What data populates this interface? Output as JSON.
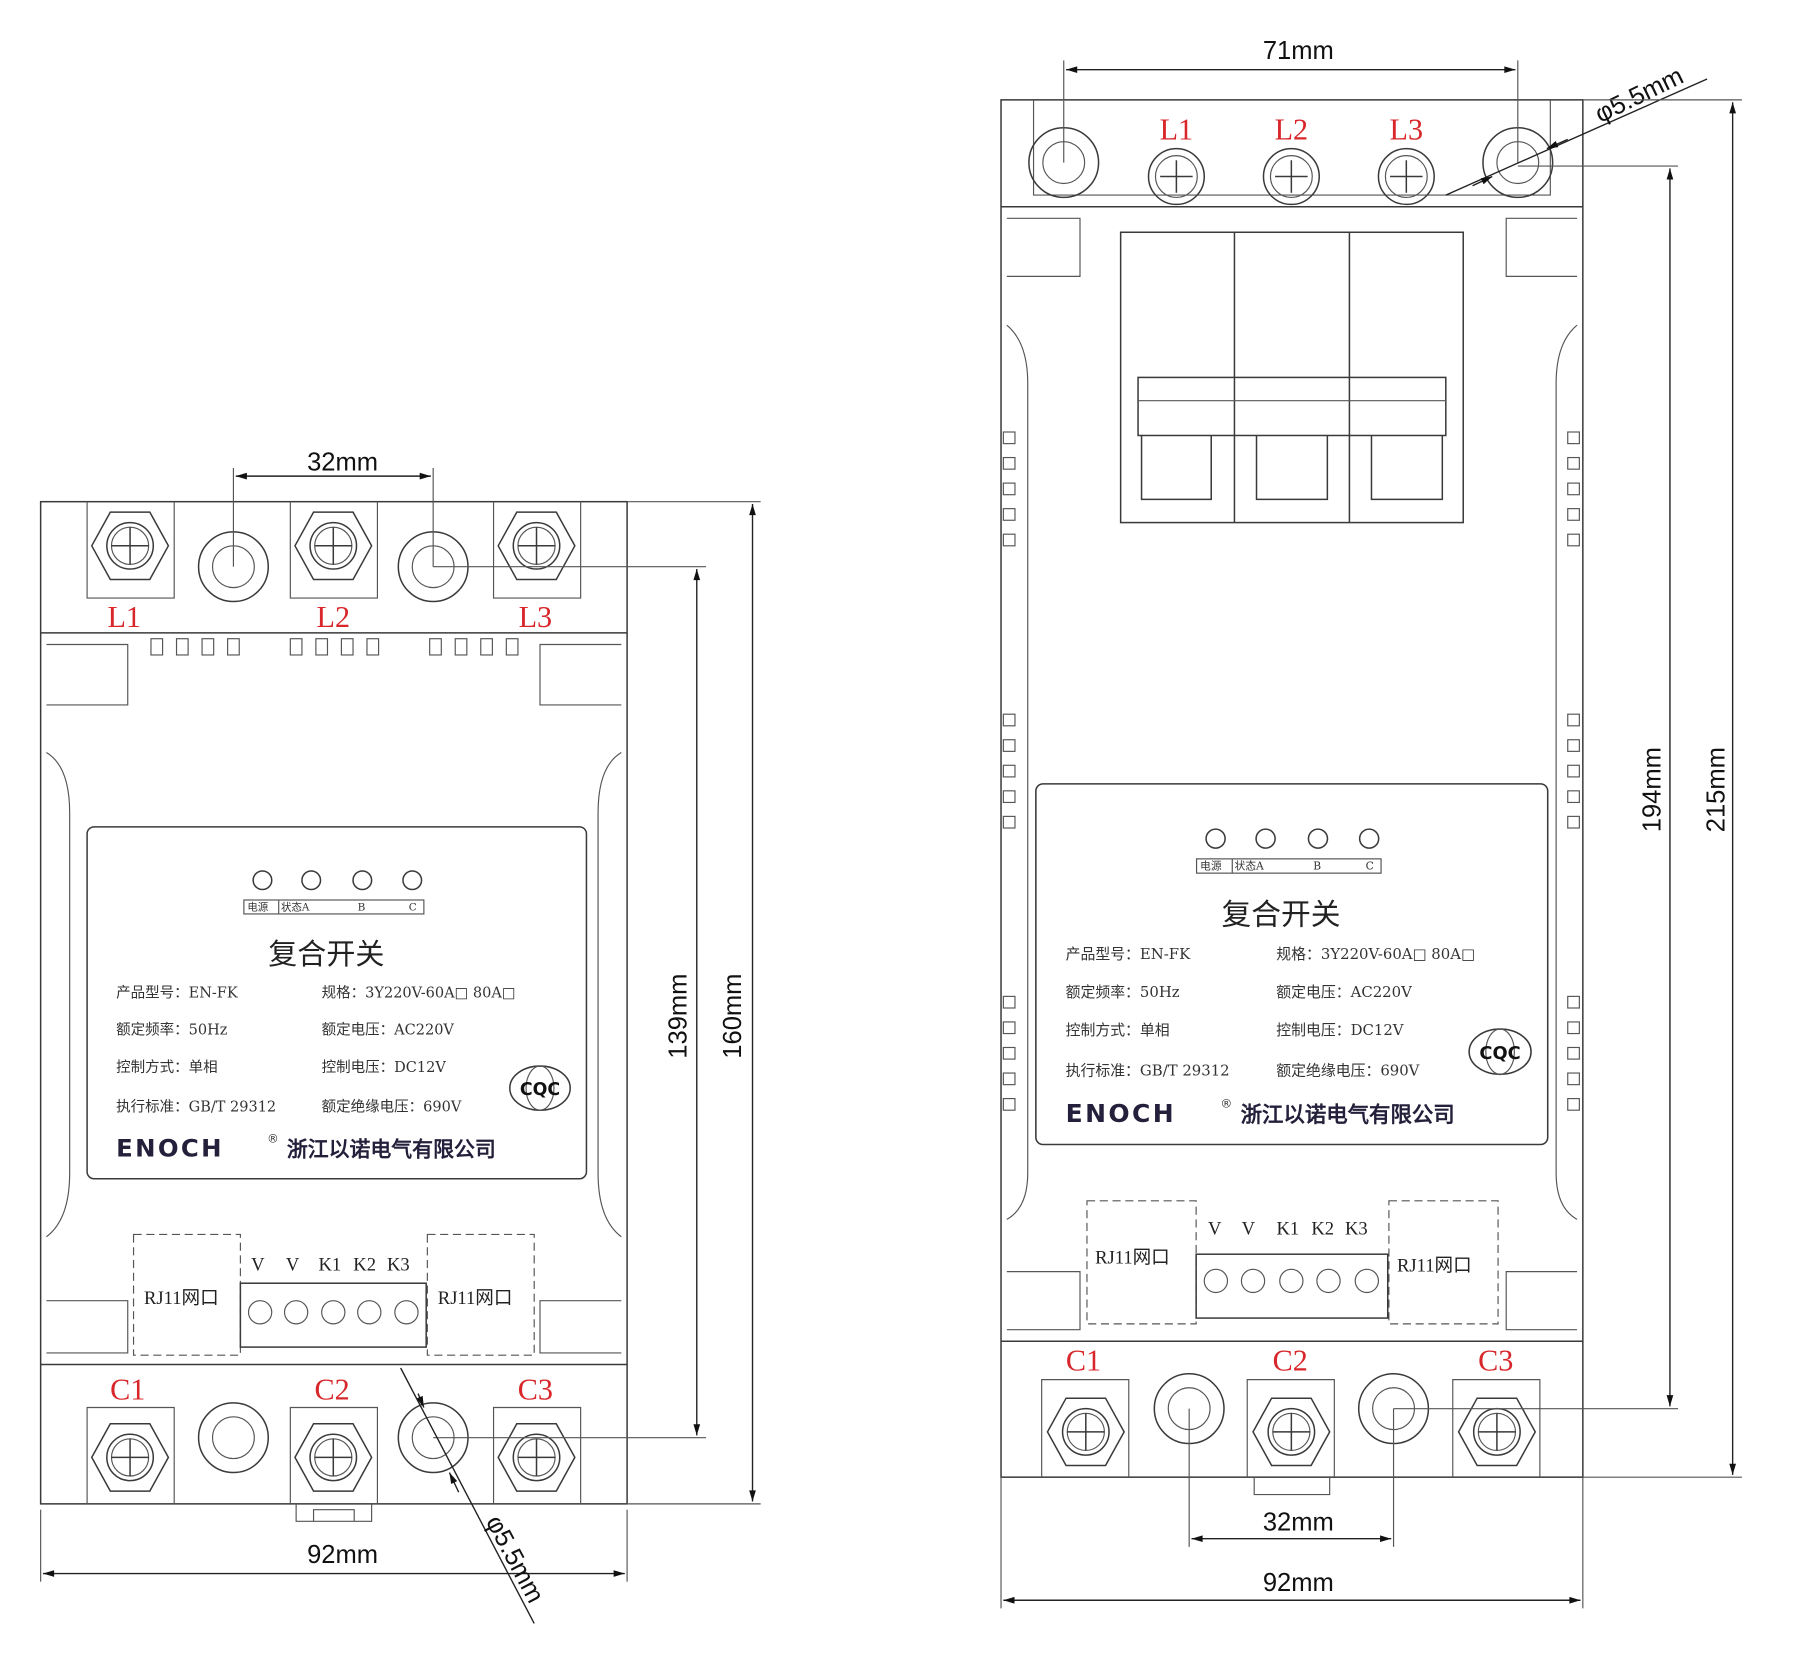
{
  "plate": {
    "leds": [
      "电源",
      "状态A",
      "B",
      "C"
    ],
    "title": "复合开关",
    "rows": [
      {
        "left": "产品型号：EN-FK",
        "right": "规格：3Y220V-60A□ 80A□"
      },
      {
        "left": "额定频率：50Hz",
        "right": "额定电压：AC220V"
      },
      {
        "left": "控制方式：单相",
        "right": "控制电压：DC12V"
      },
      {
        "left": "执行标准：GB/T 29312",
        "right": "额定绝缘电压：690V"
      }
    ],
    "cert": "CQC",
    "brand": "ENOCH",
    "registered": "®",
    "company": "浙江以诺电气有限公司"
  },
  "terminals": {
    "top": [
      "L1",
      "L2",
      "L3"
    ],
    "bottom": [
      "C1",
      "C2",
      "C3"
    ],
    "control": [
      "V",
      "V",
      "K1",
      "K2",
      "K3"
    ],
    "rj11": "RJ11网口"
  },
  "front_view": {
    "dims": {
      "hole_spacing": "32mm",
      "width": "92mm",
      "hole_height": "139mm",
      "height": "160mm",
      "hole_dia": "φ5.5mm"
    }
  },
  "breaker_view": {
    "dims": {
      "top_hole_spacing": "71mm",
      "hole_dia": "φ5.5mm",
      "bottom_hole_spacing": "32mm",
      "width": "92mm",
      "hole_height": "194mm",
      "height": "215mm"
    }
  },
  "colors": {
    "label_red": "#d8262a",
    "brand": "#241f3a",
    "brand_accent": "#d8262a"
  }
}
